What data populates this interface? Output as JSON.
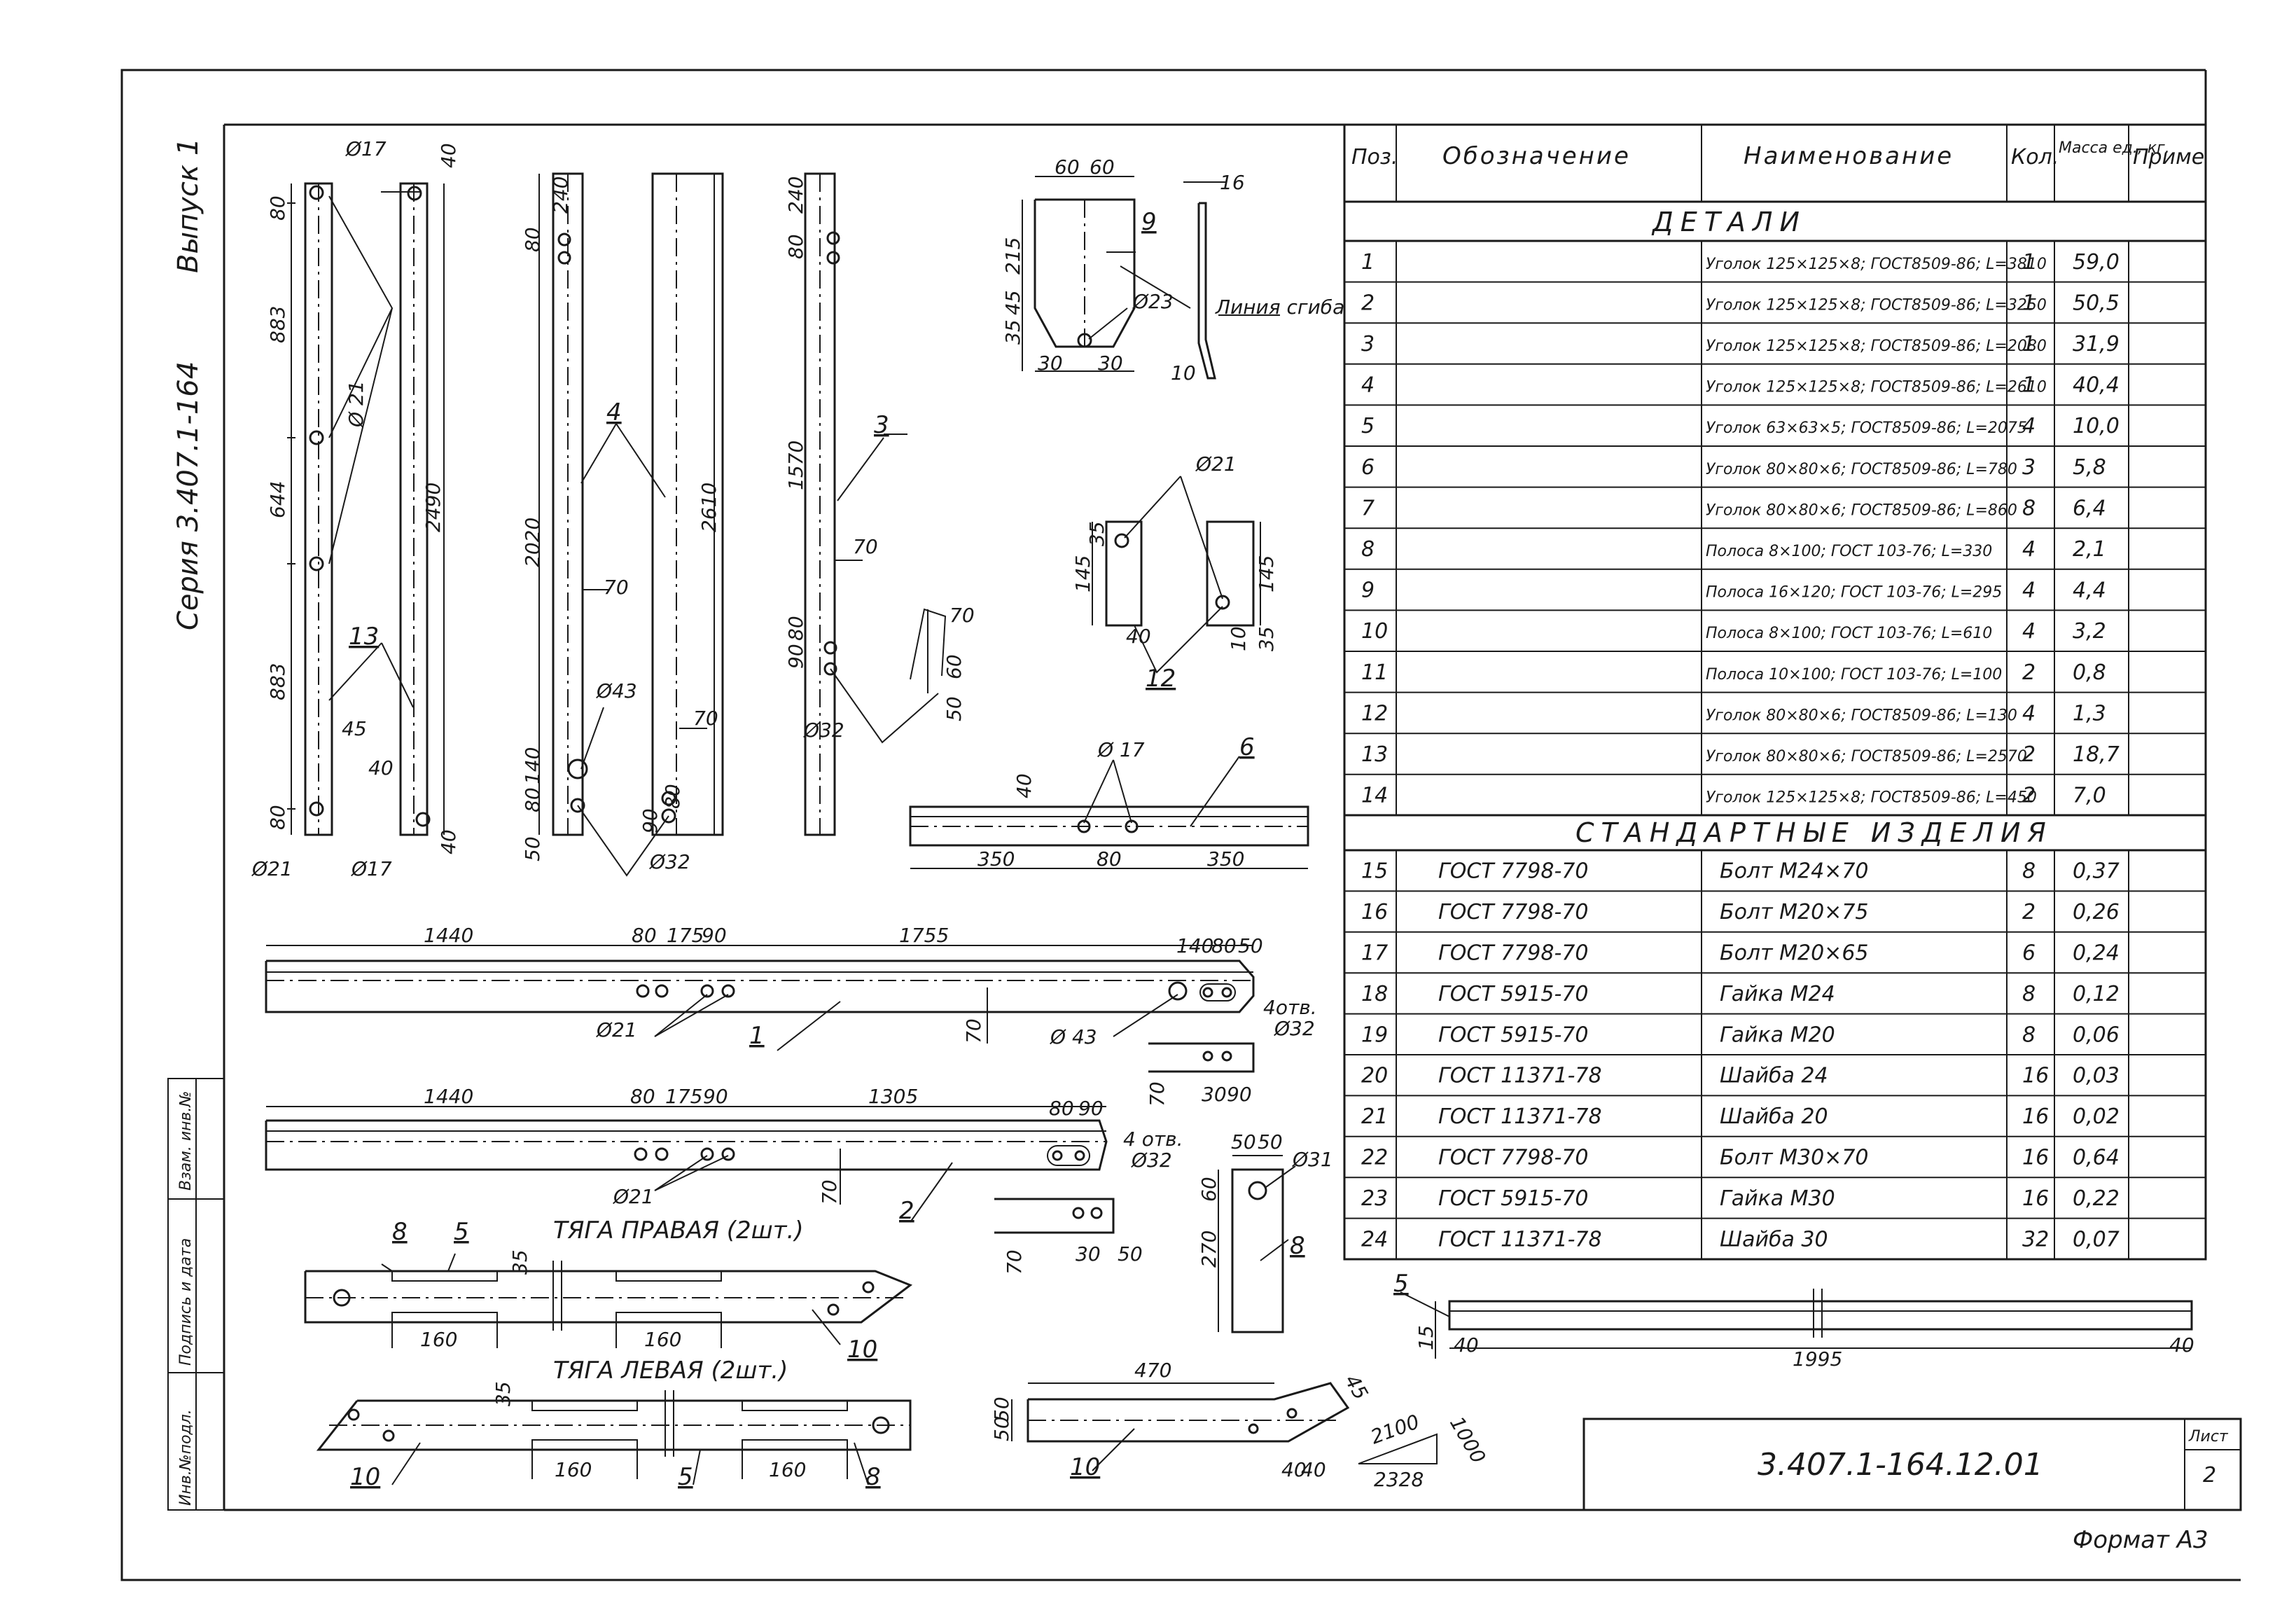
{
  "side_label": {
    "series": "Серия 3.407.1-164",
    "issue": "Выпуск 1"
  },
  "stamp_labels": {
    "inv_podl": "Инв.№подл.",
    "podpis": "Подпись и дата",
    "vzam": "Взам. инв.№"
  },
  "table": {
    "headers": {
      "pos": "Поз.",
      "designation": "Обозначение",
      "name": "Наименование",
      "qty": "Кол.",
      "mass": "Масса ед., кг.",
      "note": "Приме"
    },
    "section_details": "ДЕТАЛИ",
    "section_standard": "СТАНДАРТНЫЕ ИЗДЕЛИЯ",
    "details": [
      {
        "pos": "1",
        "designation": "",
        "name": "Уголок 125×125×8; ГОСТ8509-86; L=3810",
        "qty": "1",
        "mass": "59,0"
      },
      {
        "pos": "2",
        "designation": "",
        "name": "Уголок 125×125×8; ГОСТ8509-86; L=3250",
        "qty": "1",
        "mass": "50,5"
      },
      {
        "pos": "3",
        "designation": "",
        "name": "Уголок 125×125×8; ГОСТ8509-86; L=2080",
        "qty": "1",
        "mass": "31,9"
      },
      {
        "pos": "4",
        "designation": "",
        "name": "Уголок 125×125×8; ГОСТ8509-86; L=2610",
        "qty": "1",
        "mass": "40,4"
      },
      {
        "pos": "5",
        "designation": "",
        "name": "Уголок 63×63×5; ГОСТ8509-86; L=2075",
        "qty": "4",
        "mass": "10,0"
      },
      {
        "pos": "6",
        "designation": "",
        "name": "Уголок 80×80×6; ГОСТ8509-86; L=780",
        "qty": "3",
        "mass": "5,8"
      },
      {
        "pos": "7",
        "designation": "",
        "name": "Уголок 80×80×6; ГОСТ8509-86; L=860",
        "qty": "8",
        "mass": "6,4"
      },
      {
        "pos": "8",
        "designation": "",
        "name": "Полоса 8×100; ГОСТ 103-76; L=330",
        "qty": "4",
        "mass": "2,1"
      },
      {
        "pos": "9",
        "designation": "",
        "name": "Полоса 16×120; ГОСТ 103-76; L=295",
        "qty": "4",
        "mass": "4,4"
      },
      {
        "pos": "10",
        "designation": "",
        "name": "Полоса 8×100; ГОСТ 103-76; L=610",
        "qty": "4",
        "mass": "3,2"
      },
      {
        "pos": "11",
        "designation": "",
        "name": "Полоса 10×100; ГОСТ 103-76; L=100",
        "qty": "2",
        "mass": "0,8"
      },
      {
        "pos": "12",
        "designation": "",
        "name": "Уголок 80×80×6; ГОСТ8509-86; L=130",
        "qty": "4",
        "mass": "1,3"
      },
      {
        "pos": "13",
        "designation": "",
        "name": "Уголок 80×80×6; ГОСТ8509-86; L=2570",
        "qty": "2",
        "mass": "18,7"
      },
      {
        "pos": "14",
        "designation": "",
        "name": "Уголок 125×125×8; ГОСТ8509-86; L=450",
        "qty": "2",
        "mass": "7,0"
      }
    ],
    "standard": [
      {
        "pos": "15",
        "designation": "ГОСТ 7798-70",
        "name": "Болт М24×70",
        "qty": "8",
        "mass": "0,37"
      },
      {
        "pos": "16",
        "designation": "ГОСТ 7798-70",
        "name": "Болт М20×75",
        "qty": "2",
        "mass": "0,26"
      },
      {
        "pos": "17",
        "designation": "ГОСТ 7798-70",
        "name": "Болт М20×65",
        "qty": "6",
        "mass": "0,24"
      },
      {
        "pos": "18",
        "designation": "ГОСТ 5915-70",
        "name": "Гайка М24",
        "qty": "8",
        "mass": "0,12"
      },
      {
        "pos": "19",
        "designation": "ГОСТ 5915-70",
        "name": "Гайка М20",
        "qty": "8",
        "mass": "0,06"
      },
      {
        "pos": "20",
        "designation": "ГОСТ 11371-78",
        "name": "Шайба 24",
        "qty": "16",
        "mass": "0,03"
      },
      {
        "pos": "21",
        "designation": "ГОСТ 11371-78",
        "name": "Шайба 20",
        "qty": "16",
        "mass": "0,02"
      },
      {
        "pos": "22",
        "designation": "ГОСТ 7798-70",
        "name": "Болт М30×70",
        "qty": "16",
        "mass": "0,64"
      },
      {
        "pos": "23",
        "designation": "ГОСТ 5915-70",
        "name": "Гайка М30",
        "qty": "16",
        "mass": "0,22"
      },
      {
        "pos": "24",
        "designation": "ГОСТ 11371-78",
        "name": "Шайба 30",
        "qty": "32",
        "mass": "0,07"
      }
    ]
  },
  "title_block": {
    "code": "3.407.1-164.12.01",
    "sheet_label": "Лист",
    "sheet_no": "2"
  },
  "format_label": "Формат А3",
  "captions": {
    "tyaga_pravaya": "ТЯГА ПРАВАЯ (2шт.)",
    "tyaga_levaya": "ТЯГА ЛЕВАЯ (2шт.)",
    "bend_line": "Линия сгиба"
  },
  "part13": {
    "d1": "80",
    "d2": "883",
    "d3": "644",
    "d4": "883",
    "d5": "80",
    "d6": "45",
    "d7": "40",
    "d8": "40",
    "d9": "40",
    "len": "2490",
    "hole_a": "Ø17",
    "hole_b": "Ø 21",
    "hole_c": "Ø21",
    "hole_d": "Ø17",
    "callout": "13"
  },
  "part4": {
    "d1": "240",
    "d2": "80",
    "d3": "2020",
    "d4": "140",
    "d5": "80",
    "d6": "50",
    "d7": "70",
    "d8": "70",
    "d9": "90",
    "d10": "80",
    "len": "2610",
    "hole_a": "Ø43",
    "hole_b": "Ø32",
    "callout": "4"
  },
  "part3": {
    "d1": "240",
    "d2": "80",
    "d3": "1570",
    "d4": "70",
    "d5": "90",
    "d6": "80",
    "d7": "70",
    "d8": "60",
    "d9": "50",
    "hole": "Ø32",
    "callout": "3"
  },
  "part9": {
    "d1": "60",
    "d2": "60",
    "d3": "16",
    "d4": "215",
    "d5": "35",
    "d6": "45",
    "d7": "30",
    "d8": "30",
    "d9": "10",
    "hole": "Ø23",
    "callout": "9"
  },
  "part12": {
    "hole": "Ø21",
    "d1": "35",
    "d2": "145",
    "d3": "40",
    "d4": "145",
    "d5": "10",
    "d6": "35",
    "callout": "12"
  },
  "part6": {
    "hole": "Ø 17",
    "d1": "40",
    "d2": "350",
    "d3": "80",
    "d4": "350",
    "callout": "6"
  },
  "part1": {
    "d1": "1440",
    "d2": "80",
    "d3": "175",
    "d4": "90",
    "d5": "1755",
    "d6": "140",
    "d7": "80",
    "d8": "50",
    "d9": "70",
    "hole_a": "Ø21",
    "hole_b": "Ø 43",
    "holes_note": "4отв.",
    "hole_c": "Ø32",
    "d10": "70",
    "d11": "30",
    "d12": "90",
    "callout": "1"
  },
  "part2": {
    "d1": "1440",
    "d2": "80",
    "d3": "175",
    "d4": "90",
    "d5": "1305",
    "d6": "80",
    "d7": "90",
    "d8": "70",
    "hole_a": "Ø21",
    "holes_note": "4 отв.",
    "hole_b": "Ø32",
    "d9": "70",
    "d10": "30",
    "d11": "50",
    "callout": "2"
  },
  "part8": {
    "d1": "50",
    "d2": "50",
    "hole": "Ø31",
    "d3": "60",
    "d4": "270",
    "callout": "8"
  },
  "tyaga_r": {
    "c8": "8",
    "c5": "5",
    "d35": "35",
    "d160a": "160",
    "d160b": "160",
    "c10": "10"
  },
  "tyaga_l": {
    "d35": "35",
    "c10": "10",
    "d160a": "160",
    "d160b": "160",
    "c5": "5",
    "c8": "8"
  },
  "part10": {
    "d1": "470",
    "d2": "50",
    "d3": "50",
    "d4": "40",
    "d5": "40",
    "d6": "45",
    "d7": "2100",
    "d8": "1000",
    "d9": "2328",
    "callout": "10"
  },
  "part5": {
    "d1": "15",
    "d2": "40",
    "d3": "1995",
    "d4": "40",
    "callout": "5"
  }
}
